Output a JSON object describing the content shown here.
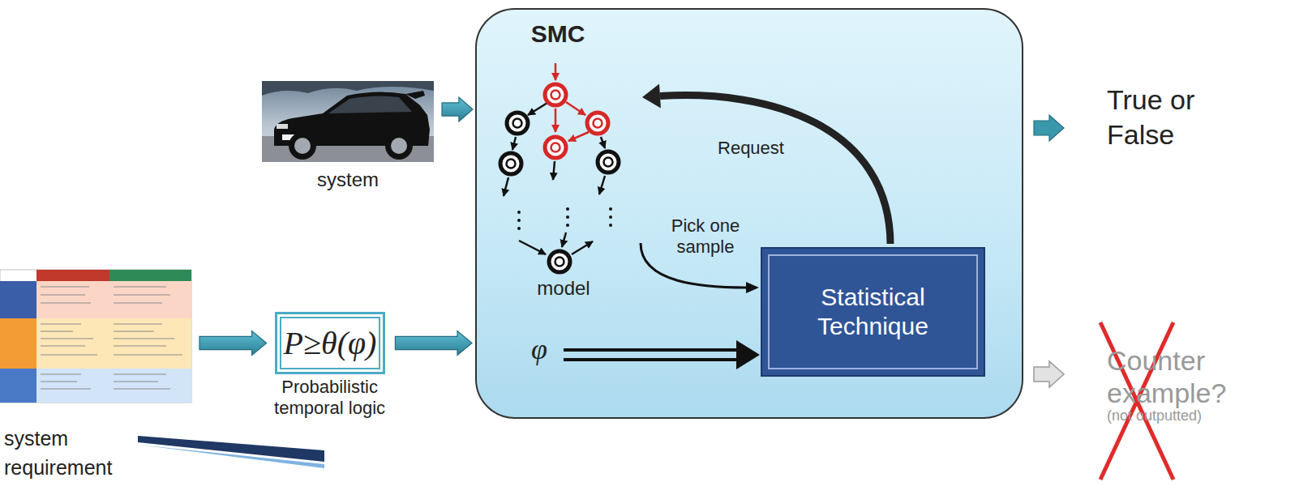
{
  "diagram": {
    "nodes": [
      {
        "text": [
          "system"
        ]
      },
      {
        "text": [
          "system requirement"
        ]
      },
      {
        "text": [
          "P≥θ(φ)",
          "Probabilistic temporal logic"
        ]
      },
      {
        "text": [
          "SMC"
        ]
      },
      {
        "text": [
          "Statistical Technique"
        ],
        "in": 3
      },
      {
        "text": [
          "model"
        ],
        "in": 3
      }
    ],
    "edges": [
      {
        "from": 0,
        "to": 3,
        "arrow": "to"
      },
      {
        "from": 1,
        "to": 2,
        "arrow": "to"
      },
      {
        "from": 2,
        "to": 3,
        "arrow": "to"
      },
      {
        "from": 5,
        "to": 4,
        "arrow": "to",
        "label": "Pick one sample"
      },
      {
        "from": 4,
        "to": 5,
        "arrow": "to",
        "label": "Request"
      }
    ],
    "labels": [
      "φ",
      "True or False",
      "Counter example?",
      "(not outputted)"
    ]
  }
}
